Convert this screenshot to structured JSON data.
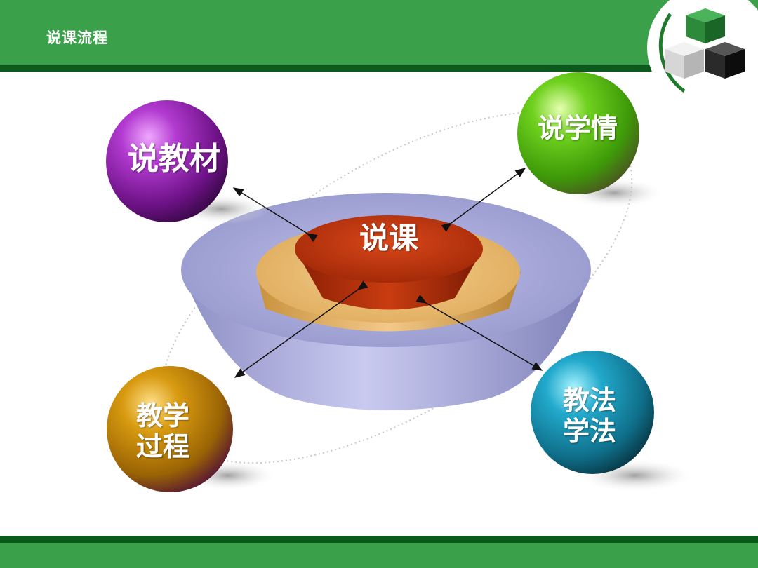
{
  "header": {
    "title": "说课流程"
  },
  "logo": {
    "icon": "green-cubes-logo-icon"
  },
  "center": {
    "label": "说课"
  },
  "nodes": {
    "jiaocai": {
      "label": "说教材",
      "color": "#8a1fa0"
    },
    "xueqing": {
      "label": "说学情",
      "color": "#4cb012"
    },
    "guocheng": {
      "line1": "教学",
      "line2": "过程",
      "color": "#c08a06"
    },
    "jiaofa": {
      "line1": "教法",
      "line2": "学法",
      "color": "#1a8fb0"
    }
  },
  "colors": {
    "header_green": "#3aa14a",
    "dark_green": "#0c5a1b",
    "outer_bowl": "#a7a8d8",
    "middle_disc": "#e6b56a",
    "inner_cup": "#b8300a"
  }
}
